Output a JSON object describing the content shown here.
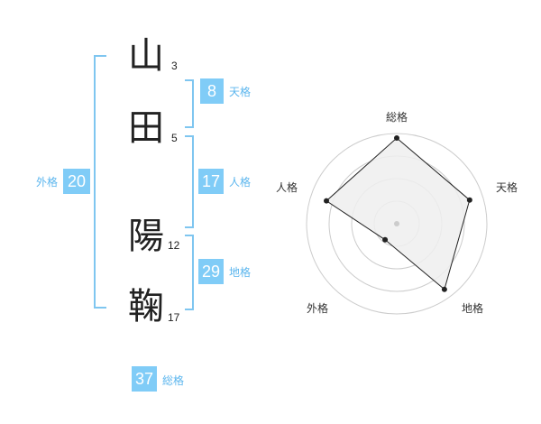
{
  "name_chars": [
    {
      "char": "山",
      "strokes": "3"
    },
    {
      "char": "田",
      "strokes": "5"
    },
    {
      "char": "陽",
      "strokes": "12"
    },
    {
      "char": "鞠",
      "strokes": "17"
    }
  ],
  "scores": {
    "tenkaku": {
      "value": "8",
      "label": "天格"
    },
    "jinkaku": {
      "value": "17",
      "label": "人格"
    },
    "chikaku": {
      "value": "29",
      "label": "地格"
    },
    "gaikaku": {
      "value": "20",
      "label": "外格"
    },
    "soukaku": {
      "value": "37",
      "label": "総格"
    }
  },
  "chart_data": {
    "type": "radar",
    "axes": [
      "総格",
      "天格",
      "地格",
      "外格",
      "人格"
    ],
    "values": [
      0.95,
      0.85,
      0.9,
      0.22,
      0.82
    ],
    "range": [
      0,
      1
    ],
    "rings": 4,
    "colors": {
      "fill": "#eeeeee",
      "line": "#222222",
      "ring": "#cccccc",
      "center": "#cccccc"
    }
  }
}
